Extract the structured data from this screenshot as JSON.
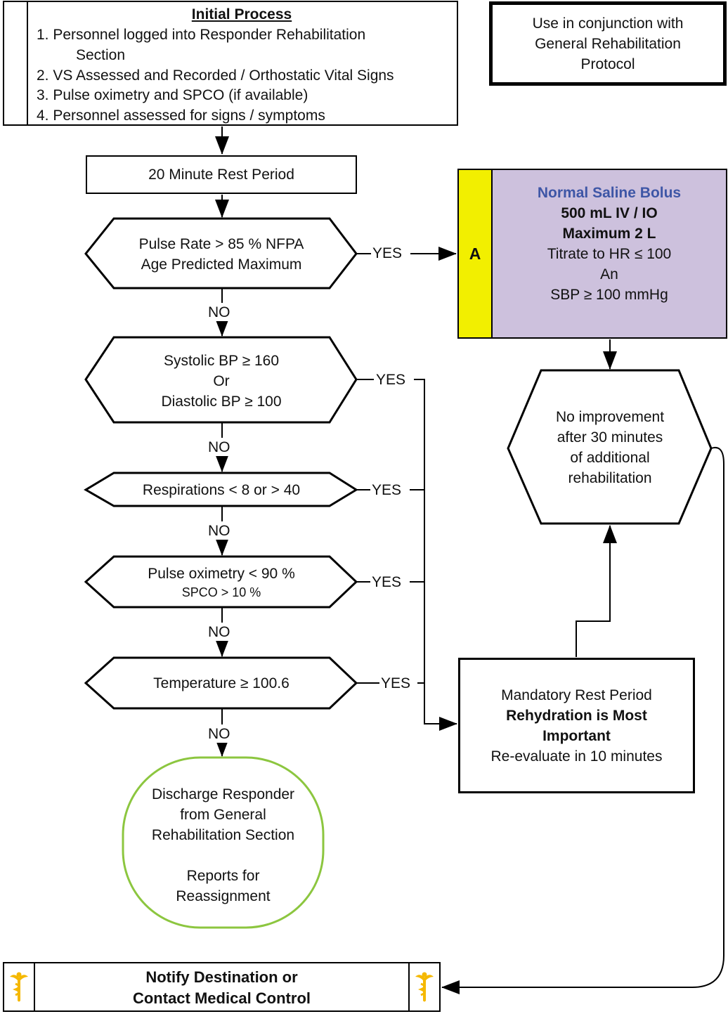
{
  "initial_process": {
    "title": "Initial Process",
    "steps": [
      "1. Personnel logged into Responder Rehabilitation",
      "Section",
      "2. VS Assessed and Recorded / Orthostatic Vital Signs",
      "3. Pulse oximetry and SPCO (if available)",
      "4. Personnel assessed for signs / symptoms"
    ]
  },
  "note": "Use in conjunction with General Rehabilitation Protocol",
  "rest_period": "20 Minute Rest Period",
  "decisions": {
    "pulse": [
      "Pulse Rate > 85 % NFPA",
      "Age Predicted Maximum"
    ],
    "bp": [
      "Systolic BP ≥  160",
      "Or",
      "Diastolic BP ≥  100"
    ],
    "resp": [
      "Respirations < 8 or > 40"
    ],
    "spo2": [
      "Pulse oximetry < 90 %",
      "SPCO > 10 %"
    ],
    "temp": [
      "Temperature ≥ 100.6"
    ]
  },
  "labels": {
    "yes": "YES",
    "no": "NO"
  },
  "saline": {
    "level": "A",
    "title": "Normal Saline Bolus",
    "dose": "500 mL IV / IO",
    "max": "Maximum 2 L",
    "lines": [
      "Titrate to HR ≤ 100",
      "An",
      "SBP ≥ 100 mmHg"
    ]
  },
  "no_improvement": [
    "No improvement",
    "after 30 minutes",
    "of additional",
    "rehabilitation"
  ],
  "mandatory_rest": {
    "line1": "Mandatory Rest Period",
    "bold1": "Rehydration is Most",
    "bold2": "Important",
    "line2": "Re-evaluate in 10 minutes"
  },
  "discharge": [
    "Discharge Responder",
    "from General",
    "Rehabilitation Section",
    "",
    "Reports for",
    "Reassignment"
  ],
  "notify": {
    "line1": "Notify Destination or",
    "line2": "Contact Medical Control"
  },
  "colors": {
    "saline_fill": "#cdc1dd",
    "saline_title": "#3e56a6",
    "level_a_fill": "#f2ef00",
    "discharge_border": "#8cc63f",
    "caduceus": "#f5b800"
  },
  "icons": {
    "notify_left": "caduceus-icon",
    "notify_right": "caduceus-icon"
  }
}
